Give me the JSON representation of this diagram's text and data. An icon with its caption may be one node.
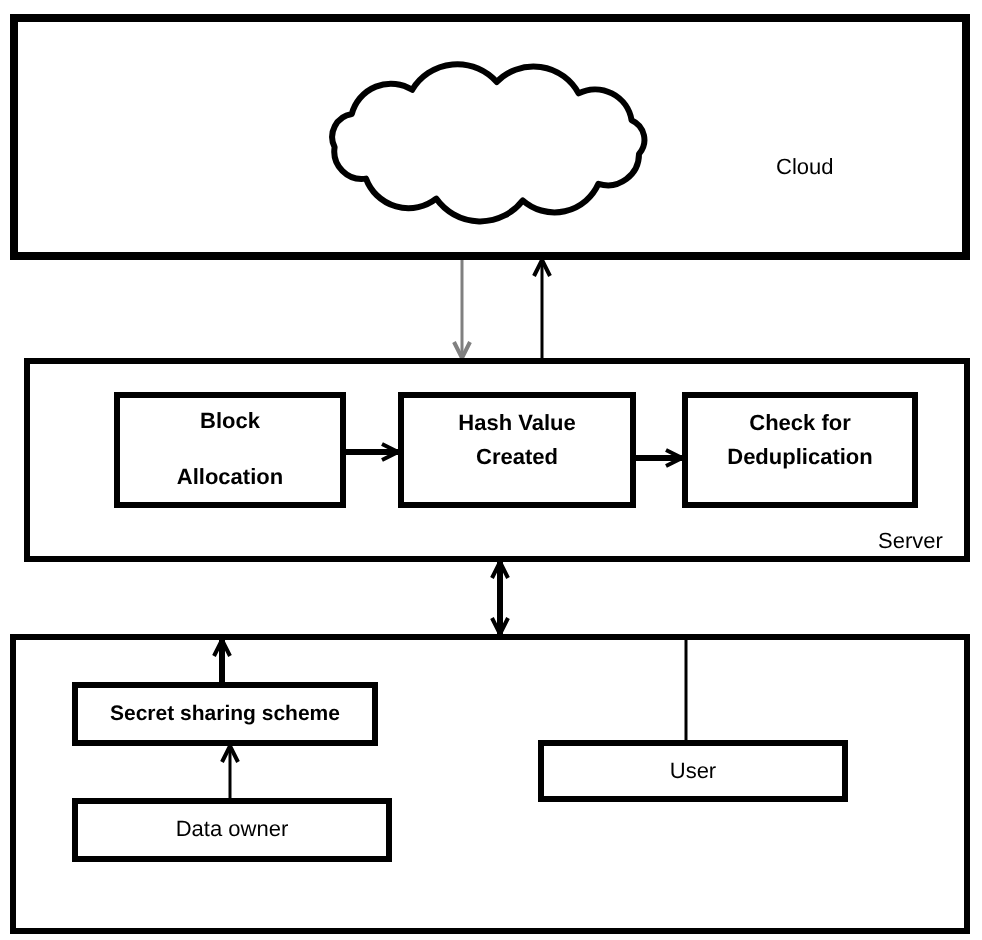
{
  "diagram": {
    "nodes": [
      {
        "text": [
          "Cloud"
        ]
      },
      {
        "text": [],
        "shape": "cloud",
        "in": 0
      },
      {
        "text": [
          "Server"
        ]
      },
      {
        "text": [
          "Block Allocation"
        ],
        "in": 2
      },
      {
        "text": [
          "Hash Value Created"
        ],
        "in": 2
      },
      {
        "text": [
          "Check for Deduplication"
        ],
        "in": 2
      },
      {
        "text": [],
        "shape": "box"
      },
      {
        "text": [
          "Secret sharing scheme"
        ],
        "in": 6
      },
      {
        "text": [
          "Data owner"
        ],
        "in": 6
      },
      {
        "text": [
          "User"
        ],
        "in": 6
      }
    ],
    "edges": [
      {
        "from": 0,
        "to": 2,
        "arrow": "to",
        "color": "#808080"
      },
      {
        "from": 2,
        "to": 0,
        "arrow": "to"
      },
      {
        "from": 3,
        "to": 4,
        "arrow": "to",
        "style": "thick"
      },
      {
        "from": 4,
        "to": 5,
        "arrow": "to",
        "style": "thick"
      },
      {
        "from": 2,
        "to": 6,
        "arrow": "both",
        "style": "thick"
      },
      {
        "from": 7,
        "to": 6,
        "arrow": "to",
        "style": "thick"
      },
      {
        "from": 8,
        "to": 7,
        "arrow": "to"
      },
      {
        "from": 9,
        "to": 6,
        "arrow": "none"
      }
    ]
  }
}
